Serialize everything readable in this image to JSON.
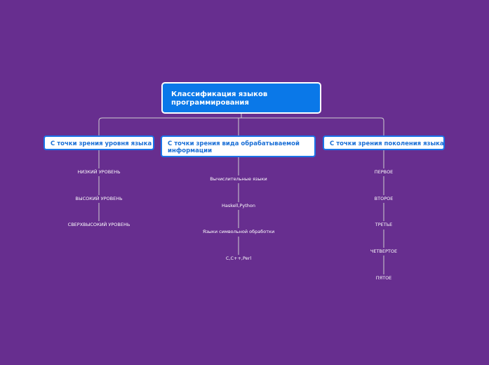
{
  "root": {
    "line1": "Классификация языков",
    "line2": "программирования"
  },
  "branches": [
    {
      "label1": "С точки зрения уровня языка",
      "label2": "",
      "leaves": [
        "НИЗКИЙ УРОВЕНЬ",
        "ВЫСОКИЙ УРОВЕНЬ",
        "СВЕРХВЫСОКИЙ УРОВЕНЬ"
      ]
    },
    {
      "label1": "С точки зрения вида обрабатываемой",
      "label2": "информации",
      "leaves": [
        "Вычислительные языки",
        "Haskell,Python",
        "Языки символьной обработки",
        "C,C++,Perl"
      ]
    },
    {
      "label1": "С точки зрения поколения языка",
      "label2": "",
      "leaves": [
        "ПЕРВОЕ",
        "ВТОРОЕ",
        "ТРЕТЬЕ",
        "ЧЕТВЕРТОЕ",
        "ПЯТОЕ"
      ]
    }
  ],
  "colors": {
    "background": "#672e8f",
    "root_fill": "#0a78e8",
    "branch_border": "#1a73e8",
    "connector": "#cfcfcf"
  }
}
